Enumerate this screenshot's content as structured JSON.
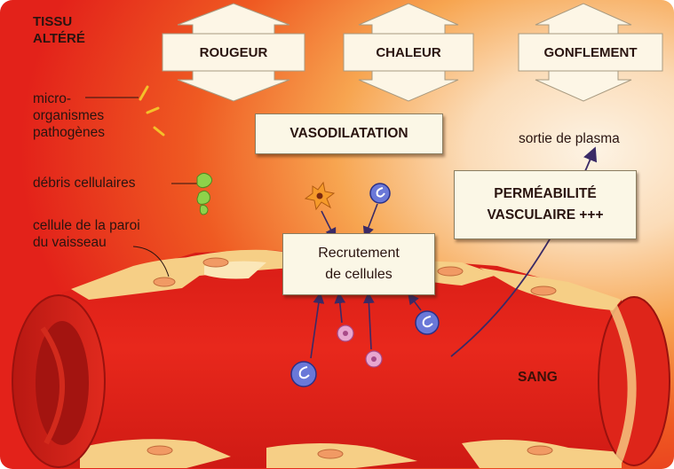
{
  "tissue_label": [
    "TISSU",
    "ALTÉRÉ"
  ],
  "signs": [
    {
      "key": "rougeur",
      "label": "ROUGEUR"
    },
    {
      "key": "chaleur",
      "label": "CHALEUR"
    },
    {
      "key": "gonflement",
      "label": "GONFLEMENT"
    }
  ],
  "legend": {
    "microorganisms": [
      "micro-",
      "organismes",
      "pathogènes"
    ],
    "debris": "débris cellulaires",
    "wall_cell": [
      "cellule de la paroi",
      "du vaisseau"
    ]
  },
  "vasodilatation": "VASODILATATION",
  "plasma_exit": "sortie de plasma",
  "permeability": [
    "PERMÉABILITÉ",
    "VASCULAIRE +++"
  ],
  "recruitment": [
    "Recrutement",
    "de cellules"
  ],
  "blood": "SANG",
  "colors": {
    "tissue_red": "#e8281c",
    "tissue_orange": "#f58a2a",
    "tissue_light": "#fbe3c6",
    "vessel_red": "#e01e18",
    "vessel_dark": "#a81410",
    "wall_cell_yellow": "#f6cf86",
    "leukocyte_blue": "#6a78d8",
    "small_cell_pink": "#e8a6cf",
    "microbe_yellow": "#f4c02a",
    "debris_green": "#8ed24a"
  }
}
